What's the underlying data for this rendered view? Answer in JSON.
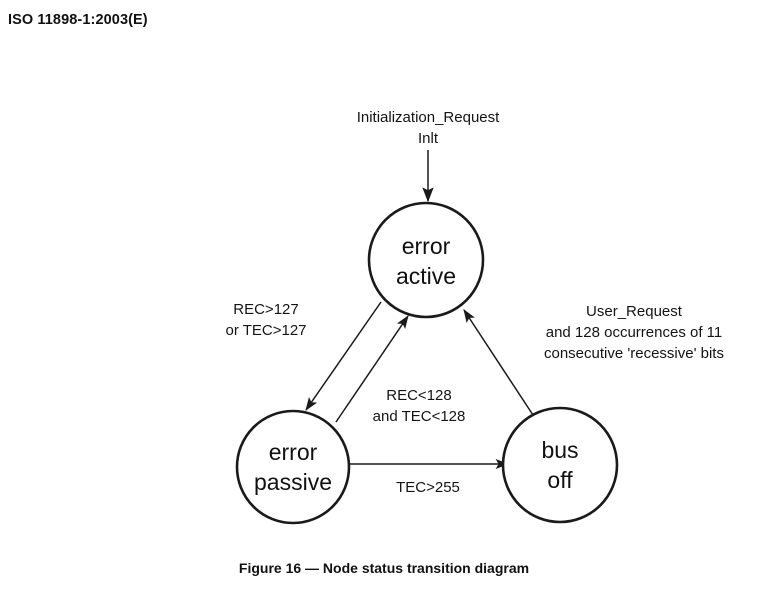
{
  "document": {
    "header": "ISO 11898-1:2003(E)",
    "figure_caption": "Figure 16 — Node status transition diagram"
  },
  "diagram": {
    "type": "state-transition",
    "nodes": [
      {
        "id": "error-active",
        "line1": "error",
        "line2": "active"
      },
      {
        "id": "error-passive",
        "line1": "error",
        "line2": "passive"
      },
      {
        "id": "bus-off",
        "line1": "bus",
        "line2": "off"
      }
    ],
    "edges": [
      {
        "id": "init-to-error-active",
        "from": "start",
        "to": "error-active",
        "label_lines": [
          "Initialization_Request",
          "Inlt"
        ]
      },
      {
        "id": "error-active-to-error-passive",
        "from": "error-active",
        "to": "error-passive",
        "label_lines": [
          "REC>127",
          "or TEC>127"
        ]
      },
      {
        "id": "error-passive-to-error-active",
        "from": "error-passive",
        "to": "error-active",
        "label_lines": [
          "REC<128",
          "and TEC<128"
        ]
      },
      {
        "id": "error-passive-to-bus-off",
        "from": "error-passive",
        "to": "bus-off",
        "label_lines": [
          "TEC>255"
        ]
      },
      {
        "id": "bus-off-to-error-active",
        "from": "bus-off",
        "to": "error-active",
        "label_lines": [
          "User_Request",
          "and 128 occurrences of 11",
          "consecutive 'recessive' bits"
        ]
      }
    ],
    "colors": {
      "stroke": "#1a1a1a",
      "fill": "#ffffff",
      "text": "#111111"
    }
  }
}
